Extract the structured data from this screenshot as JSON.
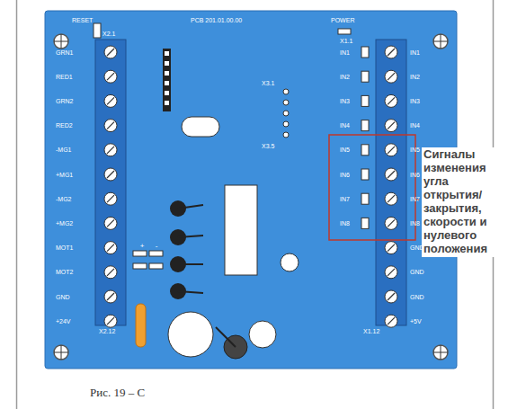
{
  "diagram": {
    "caption": "Рис. 19 – С",
    "labels": [
      "RESET",
      "PCB 201.01.00.00",
      "POWER",
      "X2.1",
      "X1.1",
      "GRN1",
      "RED1",
      "GRN2",
      "RED2",
      "-MG1",
      "+MG1",
      "-MG2",
      "+MG2",
      "MOT1",
      "MOT2",
      "GND",
      "+24V",
      "X2.12",
      "X3.1",
      "X3.5",
      "IN1",
      "IN2",
      "IN3",
      "IN4",
      "IN5",
      "IN6",
      "IN7",
      "IN8",
      "IN1",
      "IN2",
      "IN3",
      "IN4",
      "IN5",
      "IN6",
      "IN7",
      "IN8",
      "GND",
      "GND",
      "GND",
      "+5V",
      "X1.12",
      "+",
      "-",
      "Сигналы изменения угла открытия/ закрытия, скорости и нулевого положения"
    ]
  }
}
